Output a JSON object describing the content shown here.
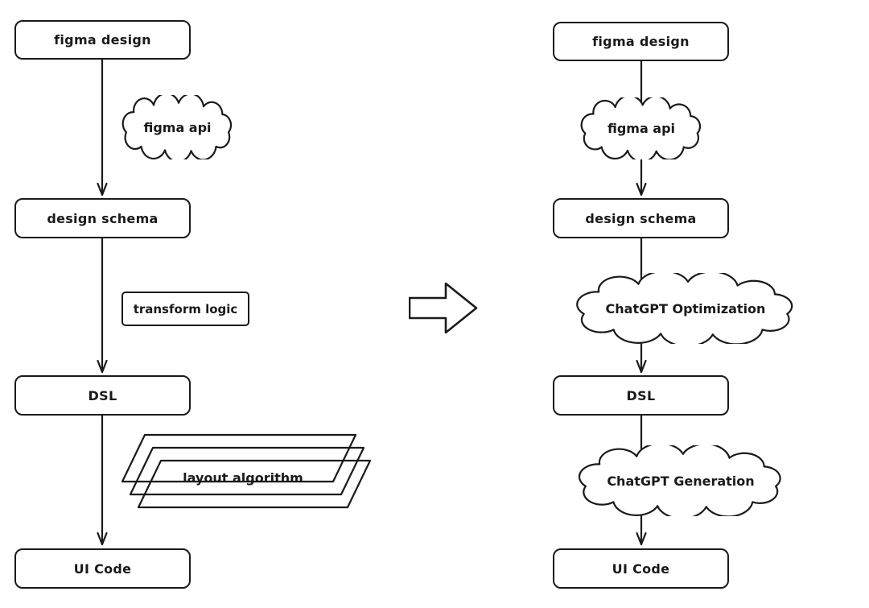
{
  "colors": {
    "stroke": "#1a1a1a",
    "canvas": "#ffffff"
  },
  "icons": {
    "cloud": "cloud-icon",
    "flow_arrow": "arrow-down-icon",
    "transform_arrow": "block-arrow-right-icon",
    "layer_stack": "layered-parallelograms-icon"
  },
  "diagram": {
    "left": {
      "figma_design": "figma design",
      "figma_api": "figma api",
      "design_schema": "design schema",
      "transform_logic": "transform logic",
      "dsl": "DSL",
      "layout_algorithm": "layout algorithm",
      "ui_code": "UI Code"
    },
    "right": {
      "figma_design": "figma design",
      "figma_api": "figma api",
      "design_schema": "design schema",
      "chatgpt_optimization": "ChatGPT Optimization",
      "dsl": "DSL",
      "chatgpt_generation": "ChatGPT Generation",
      "ui_code": "UI Code"
    }
  }
}
